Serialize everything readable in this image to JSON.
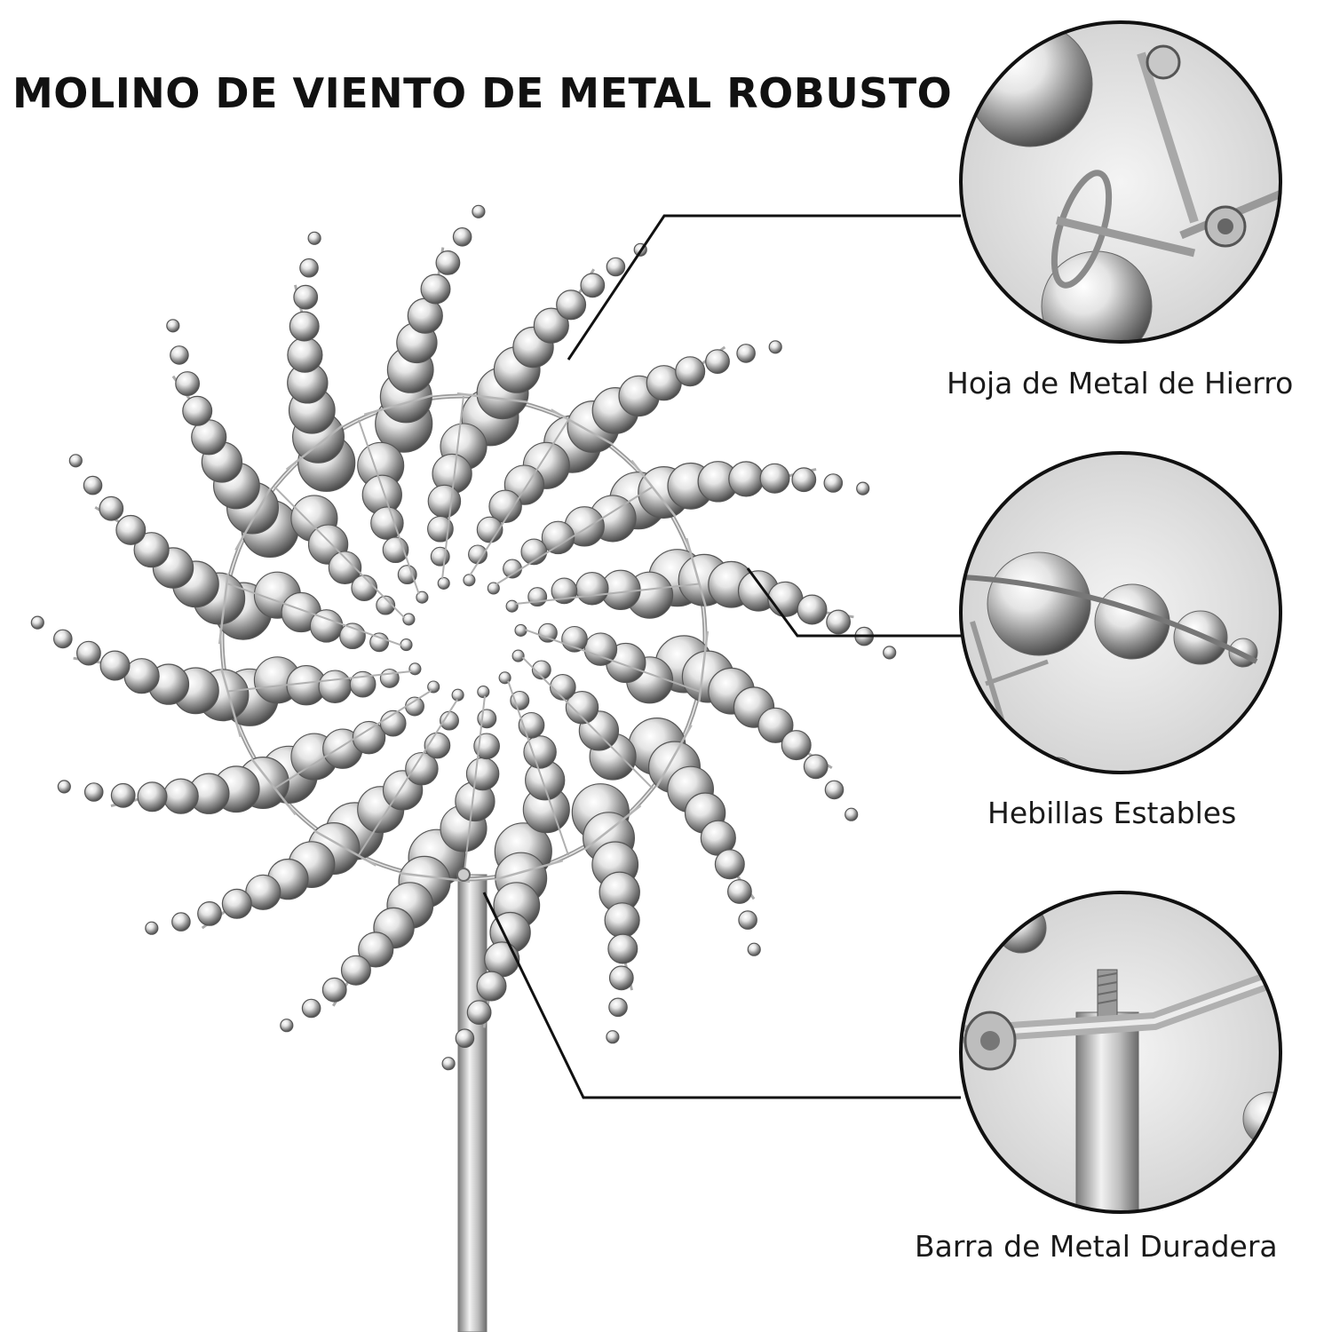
{
  "title": "MOLINO DE VIENTO DE METAL ROBUSTO",
  "features": [
    {
      "label": "Hoja de Metal de Hierro",
      "icon": "blade-detail-photo"
    },
    {
      "label": "Hebillas Estables",
      "icon": "buckle-detail-photo"
    },
    {
      "label": "Barra de Metal Duradera",
      "icon": "rod-detail-photo"
    }
  ],
  "colors": {
    "metal": "#c8c8c8",
    "outline": "#111111",
    "background": "#ffffff"
  }
}
